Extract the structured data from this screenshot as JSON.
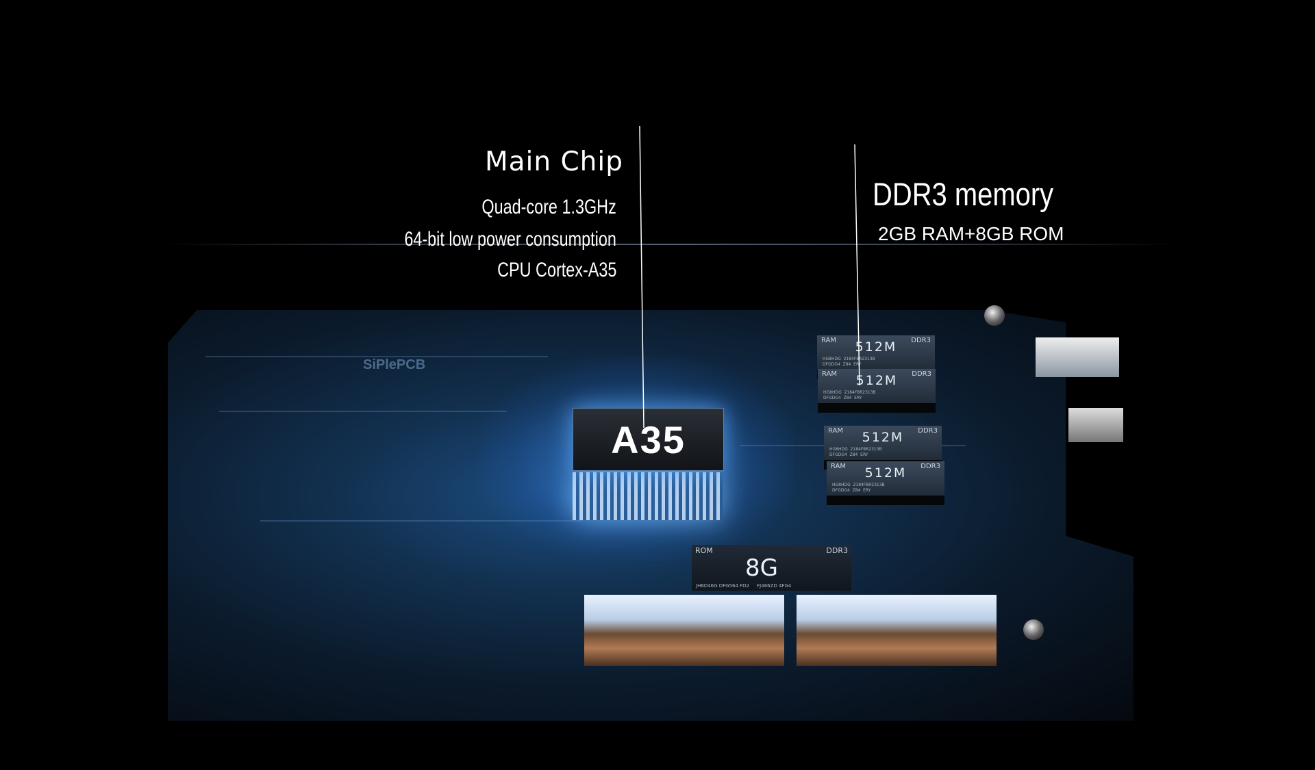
{
  "main_chip": {
    "title": "Main Chip",
    "specs": [
      "Quad-core 1.3GHz",
      "64-bit low power consumption",
      "CPU Cortex-A35"
    ],
    "chip_label": "A35"
  },
  "memory": {
    "title": "DDR3 memory",
    "spec": "2GB RAM+8GB ROM",
    "ram_chips": [
      {
        "type": "RAM",
        "gen": "DDR3",
        "size": "512M",
        "code": "HG8HDG  2184F8R2313B\nDFGDG4  Z84  ERY"
      },
      {
        "type": "RAM",
        "gen": "DDR3",
        "size": "512M",
        "code": "HG8HDG  2184F8R2313B\nDFGDG4  Z84  ERY"
      },
      {
        "type": "RAM",
        "gen": "DDR3",
        "size": "512M",
        "code": "HG8HDG  2184F8R2313B\nDFGDG4  Z84  ERY"
      },
      {
        "type": "RAM",
        "gen": "DDR3",
        "size": "512M",
        "code": "HG8HDG  2184F8R2313B\nDFGDG4  Z84  ERY"
      }
    ],
    "rom_chip": {
      "type": "ROM",
      "gen": "DDR3",
      "size": "8G",
      "code": "JH6D46G DFG564 FD2     FJ466ZD 4FG4"
    }
  },
  "board_print": "SiPlePCB"
}
